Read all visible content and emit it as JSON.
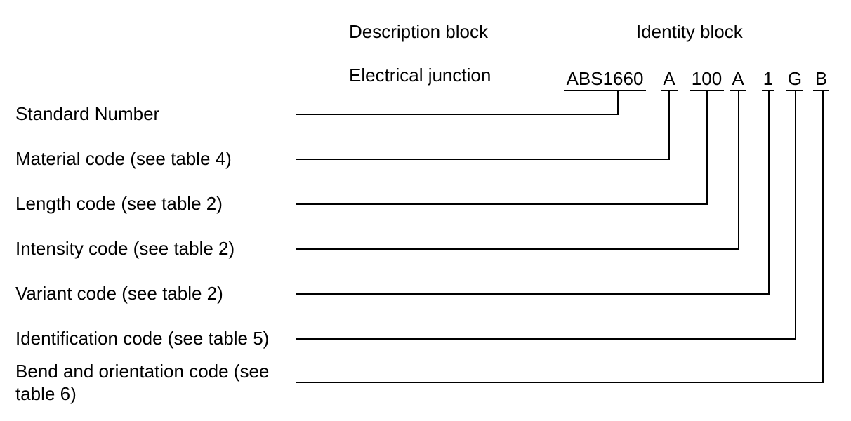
{
  "headers": {
    "description_block": "Description block",
    "identity_block": "Identity block"
  },
  "description": {
    "electrical_junction": "Electrical junction"
  },
  "part_number": {
    "segments": [
      "ABS1660",
      "A",
      "100",
      "A",
      "1",
      "G",
      "B"
    ]
  },
  "labels": [
    "Standard Number",
    "Material code (see table 4)",
    "Length code (see table 2)",
    "Intensity code (see table 2)",
    "Variant code (see table 2)",
    "Identification code (see table 5)",
    "Bend and orientation code (see table 6)"
  ],
  "colors": {
    "text": "#000000",
    "line": "#000000",
    "background": "#ffffff"
  }
}
